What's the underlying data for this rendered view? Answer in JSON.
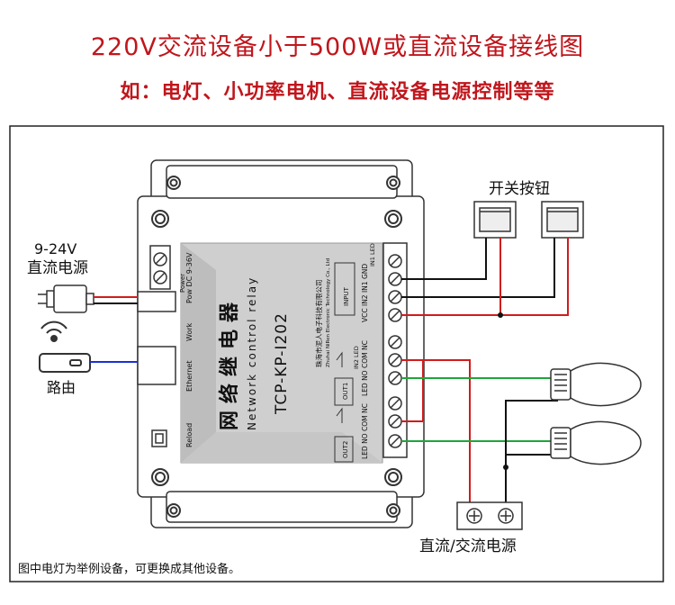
{
  "header": {
    "title": "220V交流设备小于500W或直流设备接线图",
    "subtitle": "如：电灯、小功率电机、直流设备电源控制等等"
  },
  "labels": {
    "power_in_voltage": "9-24V",
    "power_in_name": "直流电源",
    "router": "路由",
    "switch_buttons": "开关按钮",
    "ac_dc_power": "直流/交流电源",
    "footnote": "图中电灯为举例设备，可更换成其他设备。"
  },
  "device": {
    "name_cn": "网络继电器",
    "name_en": "Network control relay",
    "model": "TCP-KP-I202",
    "maker_line1": "珠海市泥人电子科技有限公司",
    "maker_line2": "Zhuhai NiRen Electronic Technology Co., Ltd",
    "power_label": "Power",
    "power_spec_1": "Pow  DC  9-36V",
    "ethernet": "Ethernet",
    "work": "Work",
    "reload": "Reload",
    "input_box": "INPUT",
    "input_pins": "VCC IN2 IN1 GND",
    "led_top": "IN2 LED",
    "led_top2": "IN1 LED",
    "out1": "OUT1",
    "out2": "OUT2",
    "out1_pins": "LED NO  COM  NC",
    "out2_pins": "LED NO  COM  NC"
  },
  "colors": {
    "wire_red": "#d11c1c",
    "wire_green": "#1fa53a",
    "wire_blue": "#1a2fd6",
    "wire_black": "#111111",
    "title_red": "#c0161c"
  }
}
